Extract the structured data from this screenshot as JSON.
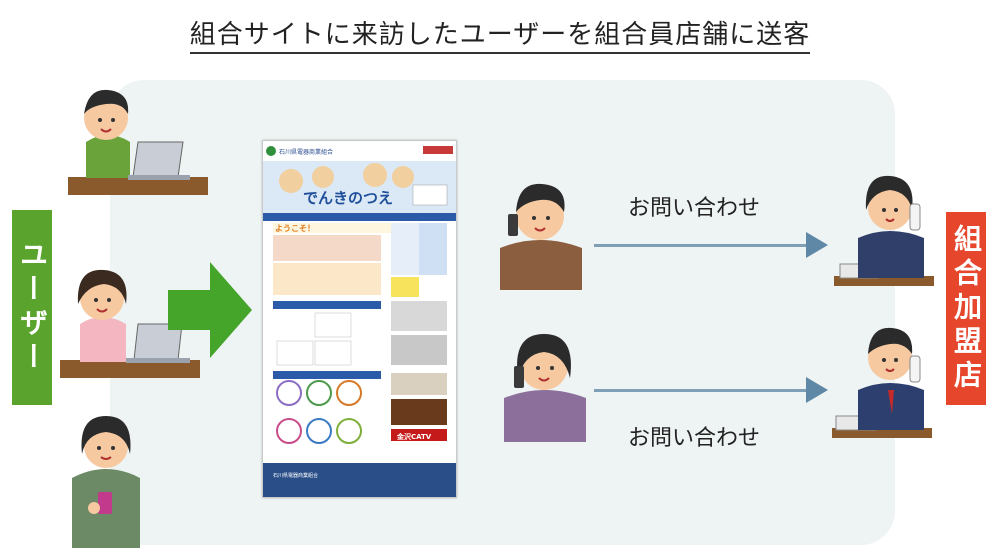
{
  "title": "組合サイトに来訪したユーザーを組合員店舗に送客",
  "left_banner": "ユーザー",
  "right_banner": "組合加盟店",
  "inquiry_top": "お問い合わせ",
  "inquiry_bottom": "お問い合わせ",
  "site": {
    "header_text": "石川県電器商業組合",
    "hero_title": "でんきのつえ",
    "welcome": "ようこそ！",
    "banner_catv": "金沢CATV",
    "footer": "石川県電器商業組合"
  },
  "colors": {
    "green": "#5aa42d",
    "red": "#e5462c",
    "panel": "#eef4f3",
    "arrow_green": "#44a52a",
    "arrow_blue": "#5f88a6"
  }
}
